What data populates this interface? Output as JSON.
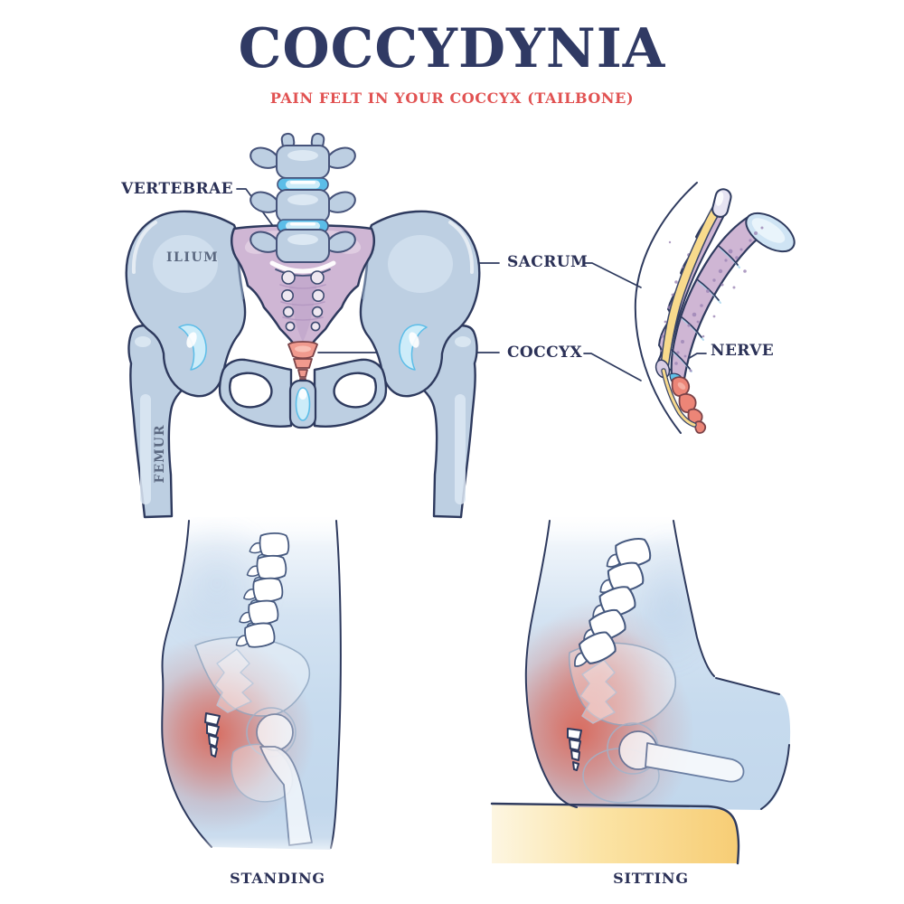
{
  "header": {
    "title": "COCCYDYNIA",
    "subtitle": "PAIN FELT IN YOUR COCCYX (TAILBONE)"
  },
  "anatomy_labels": {
    "vertebrae": "VERTEBRAE",
    "ilium": "ILIUM",
    "sacrum": "SACRUM",
    "coccyx": "COCCYX",
    "nerve": "NERVE",
    "femur": "FEMUR"
  },
  "poses": {
    "standing": "STANDING",
    "sitting": "SITTING"
  },
  "palette": {
    "navy": "#303a64",
    "label": "#2b3157",
    "muted": "#5b6880",
    "red": "#e15252",
    "outline": "#2e3a5e",
    "vertline": "#46537a",
    "bone": "#bdcfe2",
    "bonelight": "#dce8f3",
    "boneshadow": "#9db4cf",
    "discblue": "#5bbde8",
    "disclight": "#cdecf9",
    "sacrum": "#cfb6d4",
    "sacrumdark": "#b094bf",
    "speckle": "#9c85b5",
    "coral": "#f09a8e",
    "nerve": "#f8da8c",
    "pain": "#dc5643",
    "body": "#c7dbee",
    "bodydeep": "#a8c3e2",
    "seat": "#f7cd75",
    "seatlight": "#fdf6e2",
    "faint": "#9fb6cc"
  }
}
